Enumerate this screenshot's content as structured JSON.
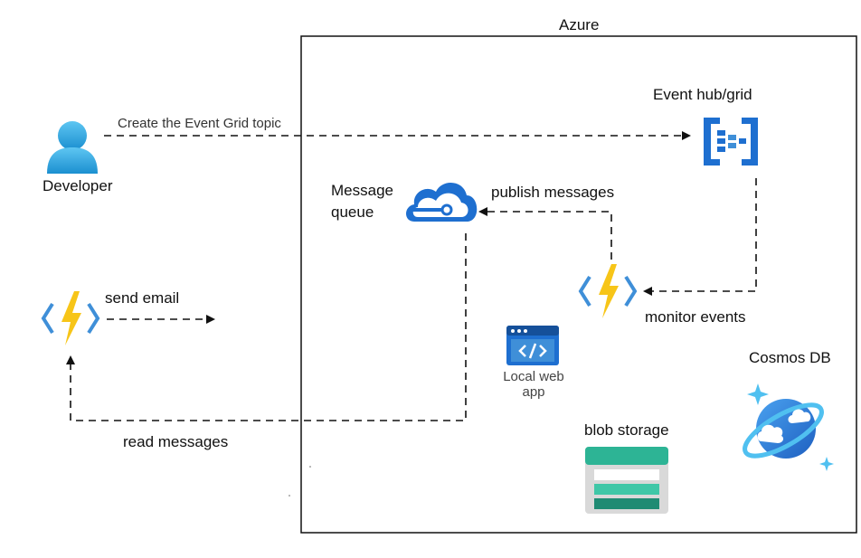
{
  "diagram": {
    "container_label": "Azure",
    "nodes": {
      "developer": {
        "label": "Developer",
        "icon": "user-icon"
      },
      "event_hub": {
        "label": "Event hub/grid",
        "icon": "event-grid-icon"
      },
      "message_queue": {
        "label_line1": "Message",
        "label_line2": "queue",
        "icon": "cloud-queue-icon"
      },
      "function_monitor": {
        "icon": "azure-function-icon"
      },
      "function_email": {
        "icon": "azure-function-icon"
      },
      "local_web_app": {
        "label_line1": "Local web",
        "label_line2": "app",
        "icon": "web-app-icon"
      },
      "blob_storage": {
        "label": "blob storage",
        "icon": "storage-icon"
      },
      "cosmos_db": {
        "label": "Cosmos DB",
        "icon": "cosmos-db-icon"
      }
    },
    "edges": {
      "create_topic": "Create the Event Grid topic",
      "publish": "publish messages",
      "monitor": "monitor events",
      "send_email": "send email",
      "read": "read messages"
    },
    "colors": {
      "azure_blue": "#1e6fd0",
      "bolt_yellow": "#f7c518",
      "chevron_blue": "#3f8fd8",
      "storage_green": "#2db495",
      "cosmos_blue": "#3a8ee6",
      "sparkle": "#50c0f0"
    }
  }
}
